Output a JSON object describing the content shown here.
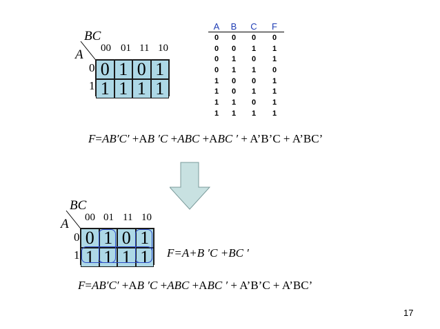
{
  "kmap_top": {
    "corner_top": "BC",
    "corner_left": "A",
    "col_headers": [
      "00",
      "01",
      "11",
      "10"
    ],
    "row_headers": [
      "0",
      "1"
    ],
    "rows": [
      [
        "0",
        "1",
        "0",
        "1"
      ],
      [
        "1",
        "1",
        "1",
        "1"
      ]
    ]
  },
  "truth_table": {
    "headers": [
      "A",
      "B",
      "C",
      "F"
    ],
    "rows": [
      [
        "0",
        "0",
        "0",
        "0"
      ],
      [
        "0",
        "0",
        "1",
        "1"
      ],
      [
        "0",
        "1",
        "0",
        "1"
      ],
      [
        "0",
        "1",
        "1",
        "0"
      ],
      [
        "1",
        "0",
        "0",
        "1"
      ],
      [
        "1",
        "0",
        "1",
        "1"
      ],
      [
        "1",
        "1",
        "0",
        "1"
      ],
      [
        "1",
        "1",
        "1",
        "1"
      ]
    ]
  },
  "formula_top": {
    "f": "F",
    "eq": "=",
    "t1": "AB′C′",
    "s1": " +A",
    "t2": "B ′C",
    "s2": " +",
    "t3": "ABC",
    "s3": " +A",
    "t4": "BC ′",
    "rest": " + A’B’C + A’BC’"
  },
  "arrow": {
    "color": "#c8e1e1",
    "stroke": "#7a9a9a"
  },
  "kmap_bottom": {
    "corner_top": "BC",
    "corner_left": "A",
    "col_headers": [
      "00",
      "01",
      "11",
      "10"
    ],
    "row_headers": [
      "0",
      "1"
    ],
    "rows": [
      [
        "0",
        "1",
        "0",
        "1"
      ],
      [
        "1",
        "1",
        "1",
        "1"
      ]
    ],
    "loop_color": "#2b4cc8"
  },
  "formula_simplified": {
    "f": "F",
    "eq": "=",
    "a": "A",
    "p1": "+",
    "b": "B ′C",
    "p2": " +",
    "c": "BC ′"
  },
  "formula_bottom": {
    "f": "F",
    "eq": "=",
    "t1": "AB′C′",
    "s1": " +A",
    "t2": "B ′C",
    "s2": " +",
    "t3": "ABC",
    "s3": " +A",
    "t4": "BC ′",
    "rest": " + A’B’C + A’BC’"
  },
  "page_number": "17"
}
